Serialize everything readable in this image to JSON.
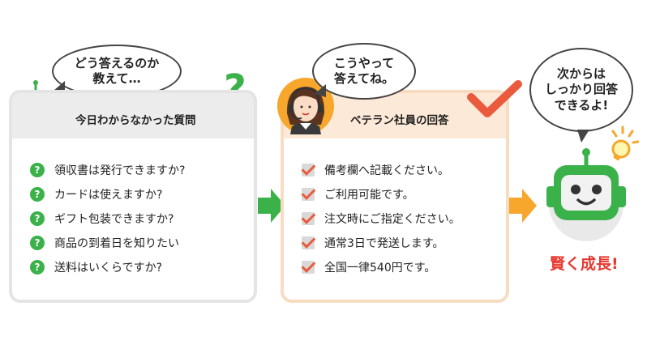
{
  "colors": {
    "green": "#3bb14a",
    "orange": "#f6a72c",
    "red": "#e8382f",
    "check": "#ea5b3e"
  },
  "bubbles": {
    "left": "どう答えるのか\n教えて…",
    "middle": "こうやって\n答えてね。",
    "right": "次からは\nしっかり回答\nできるよ!"
  },
  "left_panel": {
    "title": "今日わからなかった質問",
    "items": [
      "領収書は発行できますか?",
      "カードは使えますか?",
      "ギフト包装できますか?",
      "商品の到着日を知りたい",
      "送料はいくらですか?"
    ]
  },
  "mid_panel": {
    "title": "ベテラン社員の回答",
    "items": [
      "備考欄へ記載ください。",
      "ご利用可能です。",
      "注文時にご指定ください。",
      "通常3日で発送します。",
      "全国一律540円です。"
    ]
  },
  "result_label": "賢く成長!",
  "icons": [
    "robot-confused-icon",
    "question-mark-icon",
    "operator-avatar-icon",
    "checkmark-icon",
    "robot-happy-icon",
    "lightbulb-icon",
    "arrow-right-icon"
  ]
}
